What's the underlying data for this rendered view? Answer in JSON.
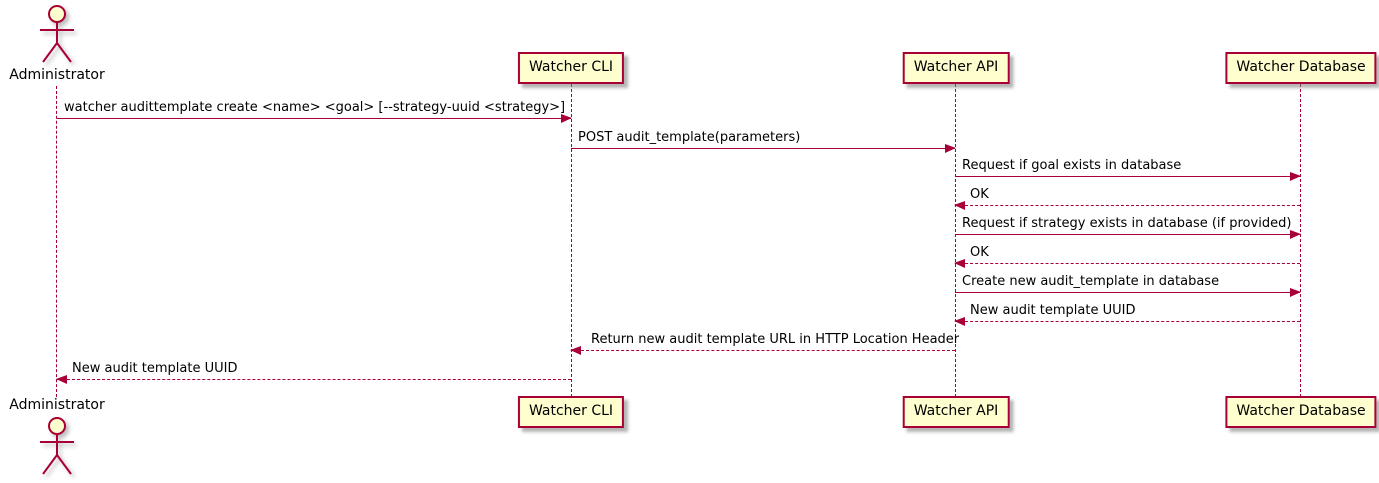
{
  "diagram": {
    "type": "sequence-diagram",
    "style": "plantuml"
  },
  "colors": {
    "accent": "#A80036",
    "participant_fill": "#FEFECE",
    "background": "#FFFFFF",
    "text": "#000000"
  },
  "participants": [
    {
      "name": "Administrator",
      "kind": "actor"
    },
    {
      "name": "Watcher CLI",
      "kind": "participant"
    },
    {
      "name": "Watcher API",
      "kind": "participant"
    },
    {
      "name": "Watcher Database",
      "kind": "participant"
    }
  ],
  "messages": [
    {
      "from": "Administrator",
      "to": "Watcher CLI",
      "style": "solid",
      "label": "watcher audittemplate create <name> <goal> [--strategy-uuid <strategy>]"
    },
    {
      "from": "Watcher CLI",
      "to": "Watcher API",
      "style": "solid",
      "label": "POST audit_template(parameters)"
    },
    {
      "from": "Watcher API",
      "to": "Watcher Database",
      "style": "solid",
      "label": "Request if goal exists in database"
    },
    {
      "from": "Watcher Database",
      "to": "Watcher API",
      "style": "dashed",
      "label": "OK"
    },
    {
      "from": "Watcher API",
      "to": "Watcher Database",
      "style": "solid",
      "label": "Request if strategy exists in database (if provided)"
    },
    {
      "from": "Watcher Database",
      "to": "Watcher API",
      "style": "dashed",
      "label": "OK"
    },
    {
      "from": "Watcher API",
      "to": "Watcher Database",
      "style": "solid",
      "label": "Create new audit_template in database"
    },
    {
      "from": "Watcher Database",
      "to": "Watcher API",
      "style": "dashed",
      "label": "New audit template UUID"
    },
    {
      "from": "Watcher API",
      "to": "Watcher CLI",
      "style": "dashed",
      "label": "Return new audit template URL in HTTP Location Header"
    },
    {
      "from": "Watcher CLI",
      "to": "Administrator",
      "style": "dashed",
      "label": "New audit template UUID"
    }
  ]
}
